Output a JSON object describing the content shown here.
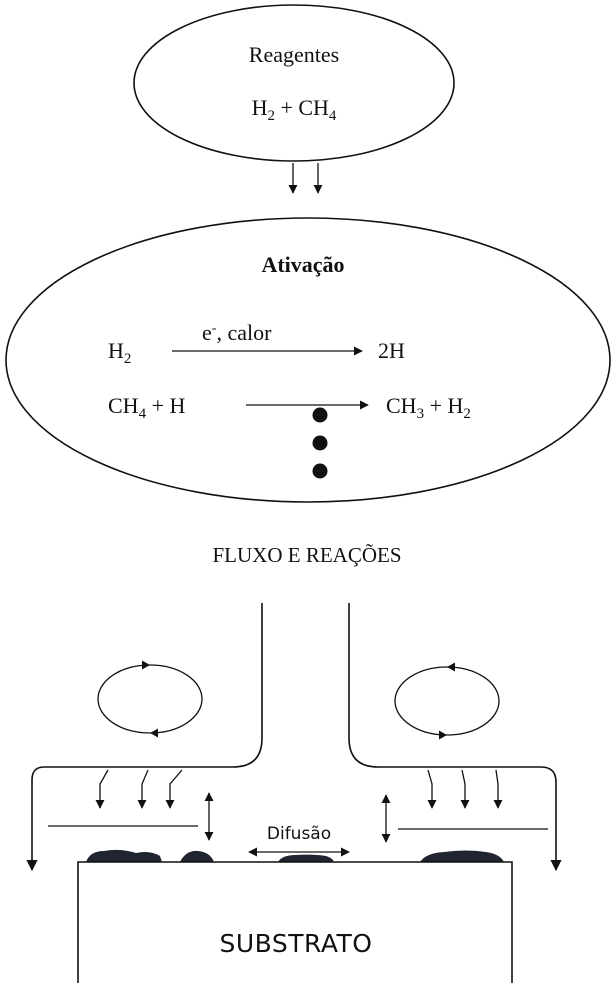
{
  "reagents": {
    "title": "Reagentes",
    "formula": {
      "a": "H",
      "a_sub": "2",
      "plus": " + CH",
      "b_sub": "4"
    }
  },
  "activation": {
    "title": "Ativação",
    "reaction1": {
      "reactant": "H",
      "reactant_sub": "2",
      "cond_base": "e",
      "cond_sup": "-",
      "cond_rest": ", calor",
      "product": "2H"
    },
    "reaction2": {
      "r1": "CH",
      "r1_sub": "4",
      "r_rest": " + H",
      "p1": "CH",
      "p1_sub": "3",
      "p_rest": " + H",
      "p2_sub": "2"
    }
  },
  "flow_title": "FLUXO E REAÇÕES",
  "diffusion_label": "Difusão",
  "substrate_label": "SUBSTRATO"
}
